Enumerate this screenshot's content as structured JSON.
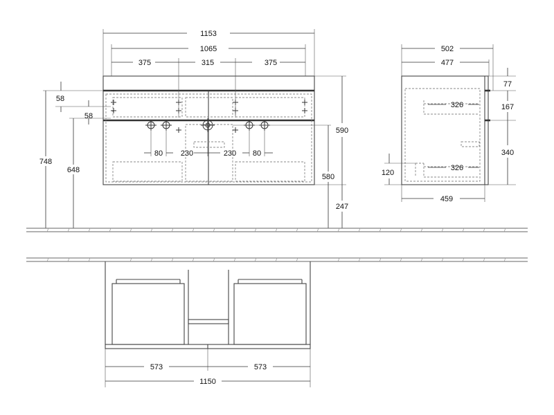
{
  "front_view": {
    "width_total": "1153",
    "width_inner": "1065",
    "seg_left": "375",
    "seg_mid": "315",
    "seg_right": "375",
    "height_top_left": "58",
    "height_top_second": "58",
    "siphon_left_80": "80",
    "siphon_left_230": "230",
    "siphon_right_230": "230",
    "siphon_right_80": "80",
    "height_748": "748",
    "height_648": "648",
    "height_590": "590",
    "height_580": "580",
    "height_247": "247"
  },
  "side_view": {
    "depth_total": "502",
    "depth_inner": "477",
    "drawer_top": "326",
    "drawer_bottom": "326",
    "base_depth": "459",
    "height_77": "77",
    "height_167": "167",
    "height_340": "340",
    "height_120": "120"
  },
  "top_view": {
    "seg_left": "573",
    "seg_right": "573",
    "width_total": "1150"
  }
}
